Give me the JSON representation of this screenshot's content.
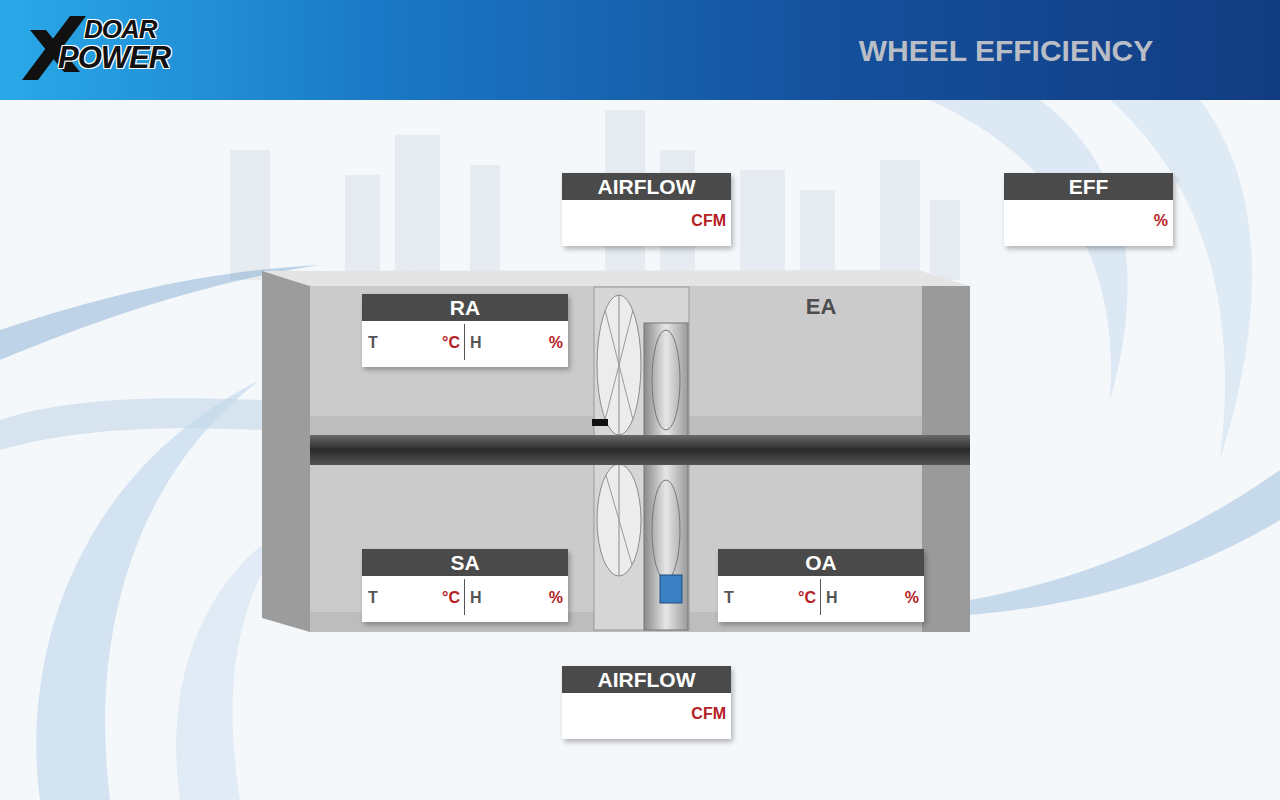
{
  "diagram": {
    "title": "WHEEL EFFICIENCY",
    "nodes": [
      {
        "text": [
          "AIRFLOW",
          "CFM"
        ]
      },
      {
        "text": [
          "EFF",
          "%"
        ]
      },
      {
        "text": [
          "EA"
        ]
      },
      {
        "text": [
          "RA",
          "T",
          "°C",
          "H",
          "%"
        ],
        "in": 2
      },
      {
        "text": [
          "SA",
          "T",
          "°C",
          "H",
          "%"
        ],
        "in": 2
      },
      {
        "text": [
          "OA",
          "T",
          "°C",
          "H",
          "%"
        ],
        "in": 2
      },
      {
        "text": [
          "AIRFLOW",
          "CFM"
        ]
      }
    ],
    "labels": [
      "DOAR",
      "POWER"
    ]
  }
}
